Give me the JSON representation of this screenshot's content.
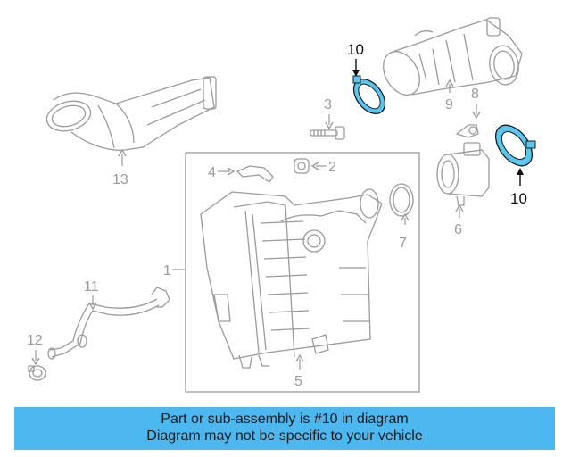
{
  "callouts": {
    "c1": "1",
    "c2": "2",
    "c3": "3",
    "c4": "4",
    "c5": "5",
    "c6": "6",
    "c7": "7",
    "c8": "8",
    "c9": "9",
    "c10a": "10",
    "c10b": "10",
    "c11": "11",
    "c12": "12",
    "c13": "13"
  },
  "highlight_color": "#59c6ef",
  "banner": {
    "line1": "Part or sub-assembly is #10 in diagram",
    "line2": "Diagram may not be specific to your vehicle",
    "background": "#4db8f0"
  }
}
